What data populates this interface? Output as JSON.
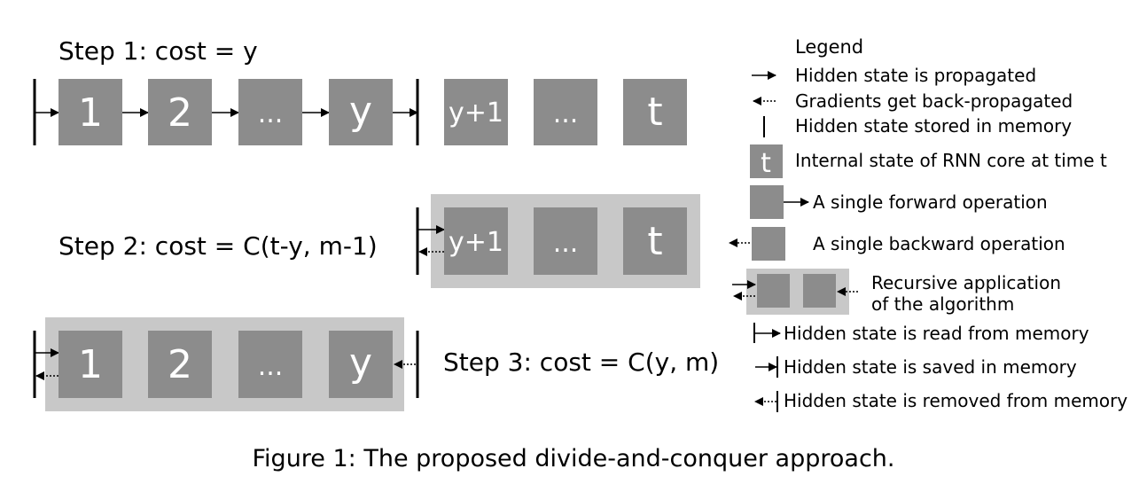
{
  "steps": {
    "step1": "Step 1: cost = y",
    "step2": "Step 2: cost = C(t-y, m-1)",
    "step3": "Step 3: cost = C(y, m)"
  },
  "boxes": {
    "b1": "1",
    "b2": "2",
    "ellipsis": "...",
    "y": "y",
    "y_plus_1": "y+1",
    "t": "t"
  },
  "legend": {
    "title": "Legend",
    "hidden_propagated": "Hidden state is propagated",
    "gradients_back": "Gradients get back-propagated",
    "stored_memory": "Hidden state stored in memory",
    "internal_state": "Internal state of RNN core at time t",
    "internal_box": "t",
    "forward_op": "A single forward operation",
    "backward_op": "A single backward operation",
    "recursive_line1": "Recursive application",
    "recursive_line2": "of the algorithm",
    "read_memory": "Hidden state is read from memory",
    "saved_memory": "Hidden state is saved in memory",
    "removed_memory": "Hidden state is removed from memory"
  },
  "caption": "Figure 1: The proposed divide-and-conquer approach.",
  "colors": {
    "box": "#8c8c8c",
    "group_bg": "#c8c8c8"
  }
}
